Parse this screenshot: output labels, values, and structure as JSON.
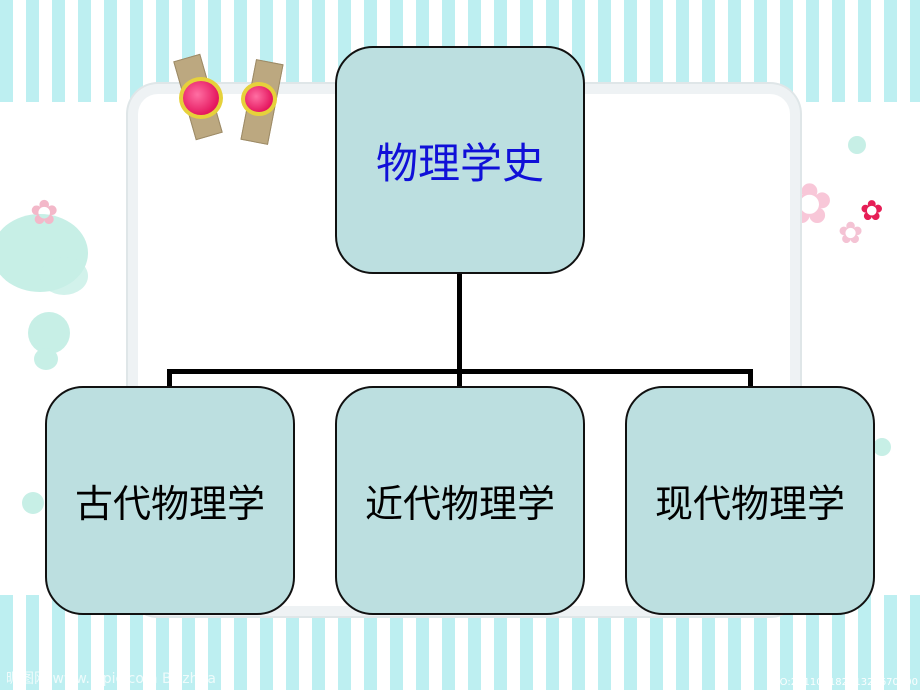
{
  "diagram": {
    "root": {
      "label": "物理学史",
      "color": "#1010d8"
    },
    "children": [
      {
        "label": "古代物理学"
      },
      {
        "label": "近代物理学"
      },
      {
        "label": "现代物理学"
      }
    ]
  },
  "watermarks": {
    "left": "昵图网 www.nipic.com  BY:zhua",
    "right": "NO:20110718201320670000"
  },
  "colors": {
    "stripe": "#bdeff1",
    "node_fill": "#bcdfe0",
    "connector": "#000000"
  }
}
